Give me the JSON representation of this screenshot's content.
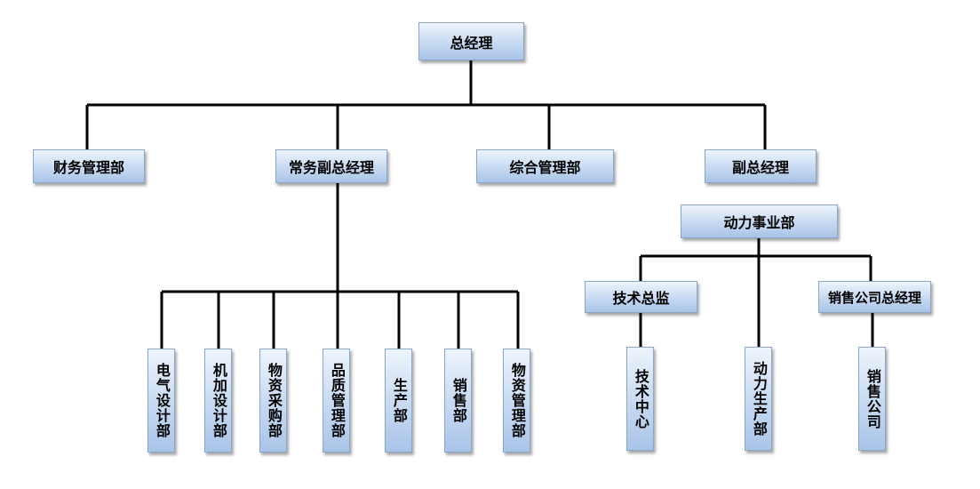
{
  "chart": {
    "ceo": "总经理",
    "level2": {
      "finance": "财务管理部",
      "exec_vp": "常务副总经理",
      "general": "综合管理部",
      "vp": "副总经理"
    },
    "power_division": "动力事业部",
    "exec_departments": [
      "电气设计部",
      "机加设计部",
      "物资采购部",
      "品质管理部",
      "生产部",
      "销售部",
      "物资管理部"
    ],
    "power_mid": {
      "tech_director": "技术总监",
      "sales_gm": "销售公司总经理"
    },
    "power_units": {
      "tech_center": "技术中心",
      "power_production": "动力生产部",
      "sales_company": "销售公司"
    }
  },
  "colors": {
    "box_border": "#8aa6c8",
    "box_fill_top": "#eef4fc",
    "box_fill_bottom": "#a9c4e8",
    "line": "#000000"
  }
}
